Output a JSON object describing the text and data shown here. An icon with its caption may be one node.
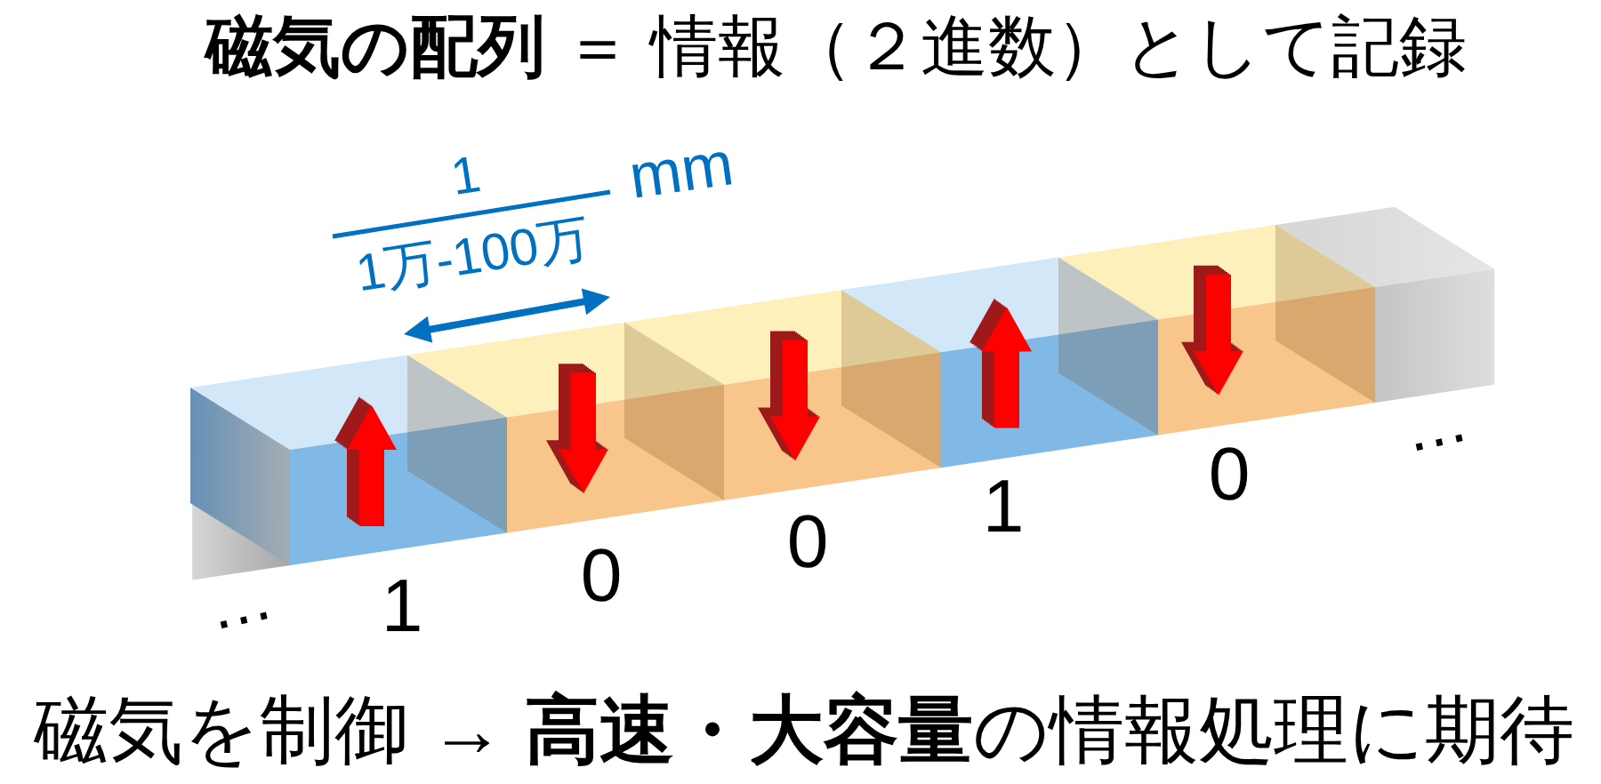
{
  "diagram": {
    "title": "**磁気の配列** ＝ 情報（２進数）として記録",
    "caption": "磁気を制御 → **高速・大容量**の情報処理に期待",
    "labels": [
      "1",
      "mm",
      "1万-100万",
      "…",
      "1",
      "0",
      "0",
      "1",
      "0",
      "…"
    ]
  }
}
